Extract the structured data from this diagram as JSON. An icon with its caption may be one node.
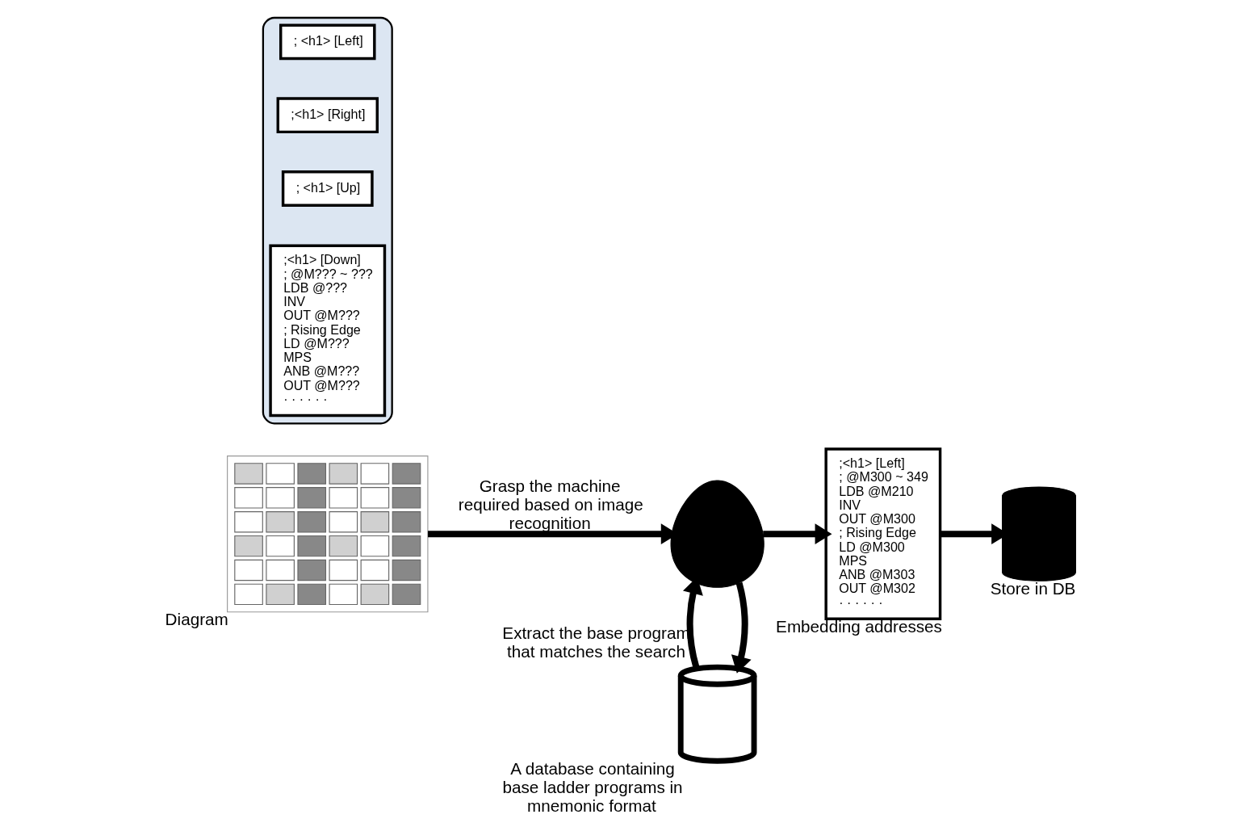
{
  "diagram": {
    "nodes": [
      {
        "text": [],
        "shape": "cylinder",
        "beside": [
          "A database containing base ladder programs in mnemonic format"
        ]
      },
      {
        "text": [],
        "shape": "bubble"
      },
      {
        "text": [
          "; <h1> [Left]"
        ],
        "in": 1
      },
      {
        "text": [
          ";<h1> [Right]"
        ],
        "in": 1
      },
      {
        "text": [
          "; <h1> [Up]"
        ],
        "in": 1
      },
      {
        "text": [
          ";<h1> [Down]",
          "; @M??? ~ ???",
          "LDB @???",
          "INV",
          "OUT @M???",
          "; Rising Edge",
          "LD @M???",
          "MPS",
          "ANB @M???",
          "OUT @M???",
          "· · · · · ·"
        ],
        "in": 1
      },
      {
        "text": [],
        "shape": "picture",
        "beside": [
          "Diagram"
        ]
      },
      {
        "text": [],
        "shape": "head"
      },
      {
        "text": [
          ";<h1> [Left]",
          "; @M300 ~ 349",
          "LDB @M210",
          "INV",
          "OUT @M300",
          "; Rising Edge",
          "LD @M300",
          "MPS",
          "ANB @M303",
          "OUT @M302",
          "· · · · · ·"
        ],
        "beside": [
          "Embedding addresses"
        ]
      },
      {
        "text": [],
        "shape": "cylinder",
        "beside": [
          "Store in DB"
        ]
      }
    ],
    "edges": [
      {
        "from": 7,
        "to": 0,
        "arrow": "to"
      },
      {
        "from": 0,
        "to": 7,
        "arrow": "to",
        "label": "Extract the base program that matches the search"
      },
      {
        "from": 6,
        "to": 7,
        "arrow": "to",
        "label": "Grasp the machine required based on image recognition"
      },
      {
        "from": 7,
        "to": 8,
        "arrow": "to"
      },
      {
        "from": 8,
        "to": 9,
        "arrow": "to"
      }
    ]
  }
}
